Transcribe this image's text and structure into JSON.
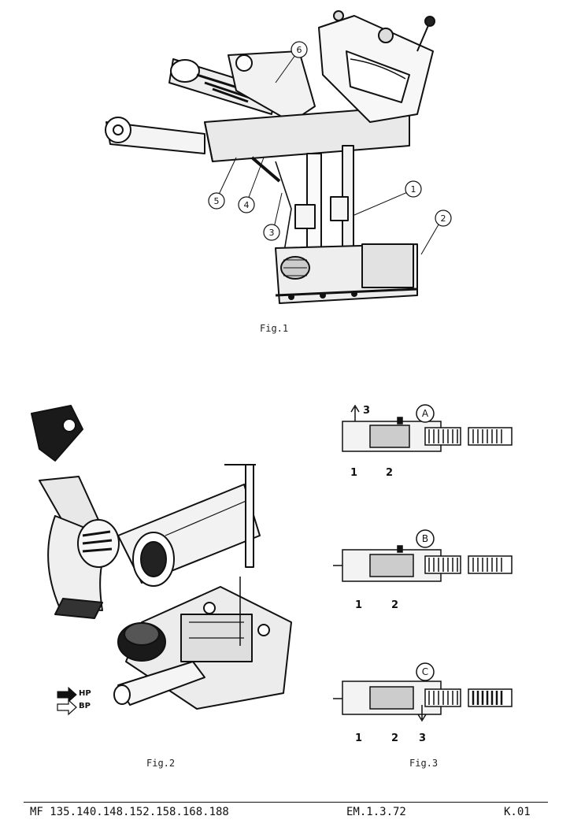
{
  "figures": {
    "fig1": {
      "caption": "Fig.1",
      "callouts": [
        "1",
        "2",
        "3",
        "4",
        "5",
        "6"
      ]
    },
    "fig2": {
      "caption": "Fig.2",
      "legend": {
        "hp": "HP",
        "bp": "BP"
      }
    },
    "fig3": {
      "caption": "Fig.3",
      "panels": [
        {
          "letter": "A",
          "labels": [
            "3",
            "1",
            "2"
          ]
        },
        {
          "letter": "B",
          "labels": [
            "1",
            "2"
          ]
        },
        {
          "letter": "C",
          "labels": [
            "1",
            "2",
            "3"
          ]
        }
      ]
    }
  },
  "footer": {
    "models": "MF 135.140.148.152.158.168.188",
    "edition": "EM.1.3.72",
    "page": "K.01"
  }
}
